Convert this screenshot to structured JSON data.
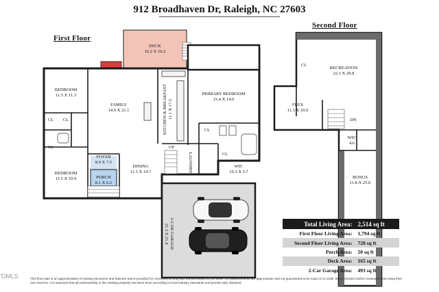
{
  "header": {
    "address": "912 Broadhaven Dr, Raleigh, NC 27603"
  },
  "floors": {
    "first": {
      "title": "First Floor",
      "rooms": {
        "deck": {
          "name": "Deck",
          "dim": "16.2 x 10.2"
        },
        "bedroom1": {
          "name": "Bedroom",
          "dim": "11.5 x 11.3"
        },
        "family": {
          "name": "Family",
          "dim": "14.9 x 21.1"
        },
        "kitchen": {
          "name": "Kitchen & Breakfast",
          "dim": "11.1 x 17.5"
        },
        "primary": {
          "name": "Primary Bedroom",
          "dim": "15.4 x 14.0"
        },
        "foyer": {
          "name": "Foyer",
          "dim": "8.9 x 7.5"
        },
        "bedroom2": {
          "name": "Bedroom",
          "dim": "11.5 x 10.9"
        },
        "porch": {
          "name": "Porch",
          "dim": "8.1 x 6.2"
        },
        "dining": {
          "name": "Dining",
          "dim": "11.3 x 14.7"
        },
        "laundry": {
          "name": "Laundry"
        },
        "wic": {
          "name": "WIC",
          "dim": "10.3 x 5.7"
        },
        "garage": {
          "name": "2-Car Garage",
          "dim": "21.3 x 21.4"
        }
      },
      "small_labels": {
        "cl1": "CL",
        "cl2": "CL",
        "cl3": "CL",
        "cl4": "CL",
        "cl5": "CL",
        "up": "UP"
      }
    },
    "second": {
      "title": "Second Floor",
      "rooms": {
        "recreation": {
          "name": "Recreation",
          "dim": "22.1 x 20.8"
        },
        "flex": {
          "name": "Flex",
          "dim": "11.3 x 10.0"
        },
        "bonus": {
          "name": "Bonus",
          "dim": "11.8 x 25.0"
        },
        "wic": {
          "name": "WIC",
          "dim": "4.6"
        }
      },
      "small_labels": {
        "cl": "CL",
        "dn": "DN"
      }
    }
  },
  "area_table": {
    "total": {
      "label": "Total Living Area:",
      "value": "2,514 sq ft"
    },
    "rows": [
      {
        "label": "First Floor Living Area:",
        "value": "1,794 sq ft"
      },
      {
        "label": "Second Floor Living Area:",
        "value": "720 sq ft"
      },
      {
        "label": "Porch Area:",
        "value": "50 sq ft"
      },
      {
        "label": "Deck Area:",
        "value": "165 sq ft"
      },
      {
        "label": "2-Car Garage Area:",
        "value": "493 sq ft"
      }
    ]
  },
  "footer": {
    "disclaimer": "This floor plan is an approximation of existing structures and features and is provided for convenience only with the permission of the seller. All measurements are approximate and not guaranteed to be exact or to scale. Buyer should confirm measurements using their own sources. It is assumed that all workmanship in the existing property has been done according to local industry standards and permits duly obtained.",
    "mls": "ƊMLS"
  },
  "colors": {
    "deck": "#f2c4b8",
    "foyer": "#d3e3f3",
    "porch": "#b9d4ee",
    "garage": "#dcdcdc",
    "walls": "#1a1a1a",
    "accent_red": "#e03a3a"
  }
}
